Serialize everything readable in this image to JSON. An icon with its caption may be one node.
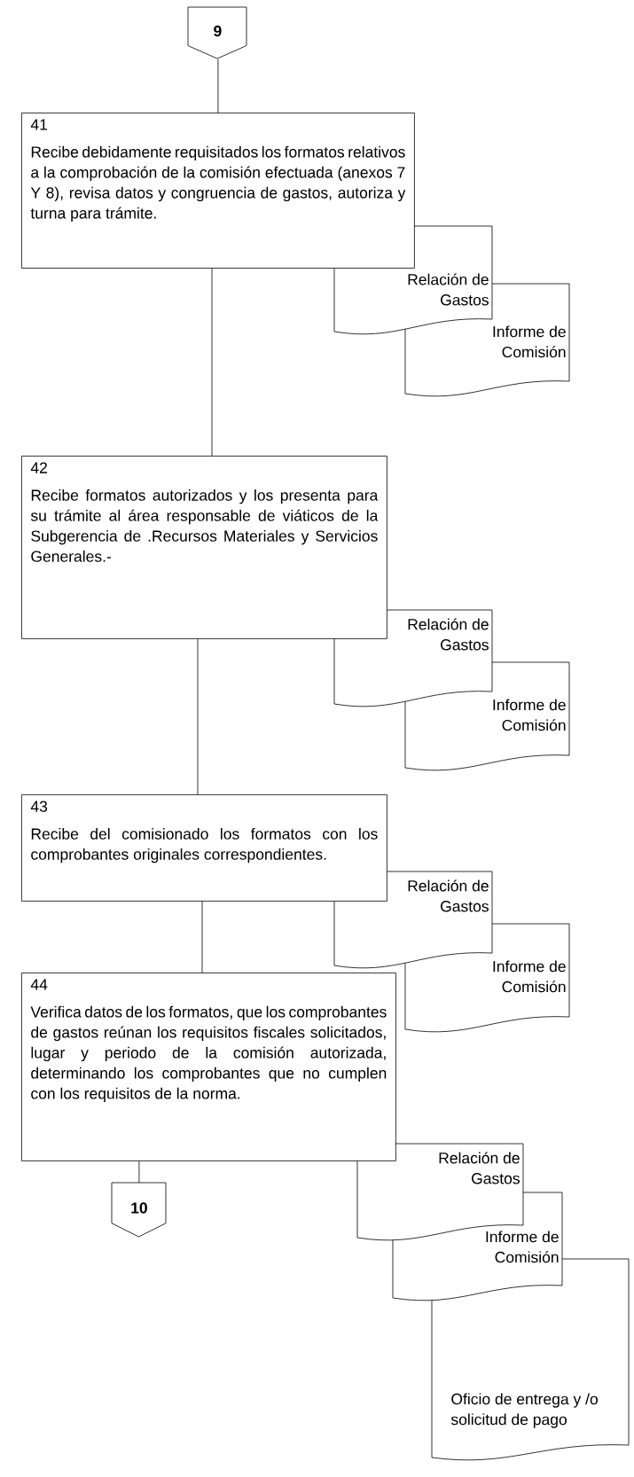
{
  "diagram": {
    "nodes": [
      {
        "text": [
          "9"
        ]
      },
      {
        "text": [
          "41",
          "Recibe debidamente requisitados los formatos relativos a la comprobación de la comisión efectuada (anexos 7 Y 8), revisa datos y congruencia de gastos, autoriza y turna para trámite."
        ]
      },
      {
        "text": [
          "Relación de Gastos"
        ]
      },
      {
        "text": [
          "Informe de Comisión"
        ]
      },
      {
        "text": [
          "42",
          "Recibe formatos autorizados y los presenta para su trámite al área responsable de viáticos de la Subgerencia de .Recursos Materiales y Servicios Generales.-"
        ]
      },
      {
        "text": [
          "Relación de Gastos"
        ]
      },
      {
        "text": [
          "Informe de Comisión"
        ]
      },
      {
        "text": [
          "43",
          "Recibe del comisionado los formatos con los comprobantes originales correspondientes."
        ]
      },
      {
        "text": [
          "Relación de Gastos"
        ]
      },
      {
        "text": [
          "Informe de Comisión"
        ]
      },
      {
        "text": [
          "44",
          "Verifica datos de los formatos, que los comprobantes de gastos reúnan los requisitos fiscales solicitados, lugar y periodo de la comisión autorizada, determinando los comprobantes que no cumplen con los requisitos de la norma."
        ]
      },
      {
        "text": [
          "Relación de Gastos"
        ]
      },
      {
        "text": [
          "Informe de Comisión"
        ]
      },
      {
        "text": [
          "Oficio de entrega y /o solicitud de pago"
        ]
      },
      {
        "text": [
          "10"
        ]
      }
    ],
    "edges": [
      {
        "from": 0,
        "to": 1,
        "arrow": "none"
      },
      {
        "from": 1,
        "to": 4,
        "arrow": "none"
      },
      {
        "from": 4,
        "to": 7,
        "arrow": "none"
      },
      {
        "from": 7,
        "to": 10,
        "arrow": "none"
      },
      {
        "from": 10,
        "to": 14,
        "arrow": "none"
      }
    ]
  }
}
